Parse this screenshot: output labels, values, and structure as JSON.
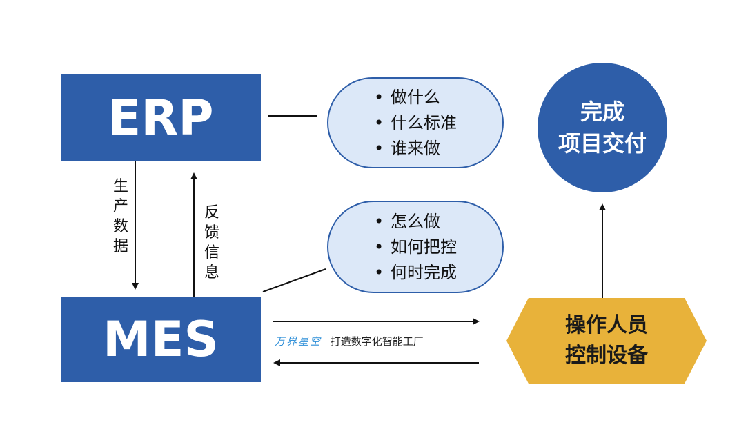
{
  "erp": {
    "label": "ERP"
  },
  "mes": {
    "label": "MES"
  },
  "top_pill": {
    "items": [
      "做什么",
      "什么标准",
      "谁来做"
    ]
  },
  "bottom_pill": {
    "items": [
      "怎么做",
      "如何把控",
      "何时完成"
    ]
  },
  "completion": {
    "line1": "完成",
    "line2": "项目交付"
  },
  "operators": {
    "line1": "操作人员",
    "line2": "控制设备"
  },
  "production_data_label": [
    "生",
    "产",
    "数",
    "据"
  ],
  "feedback_label": [
    "反",
    "馈",
    "信",
    "息"
  ],
  "watermark": {
    "brand": "万界星空",
    "slogan": "打造数字化智能工厂"
  },
  "colors": {
    "primary": "#2e5ea9",
    "pill_fill": "#dce8f8",
    "accent": "#e8b23a"
  }
}
